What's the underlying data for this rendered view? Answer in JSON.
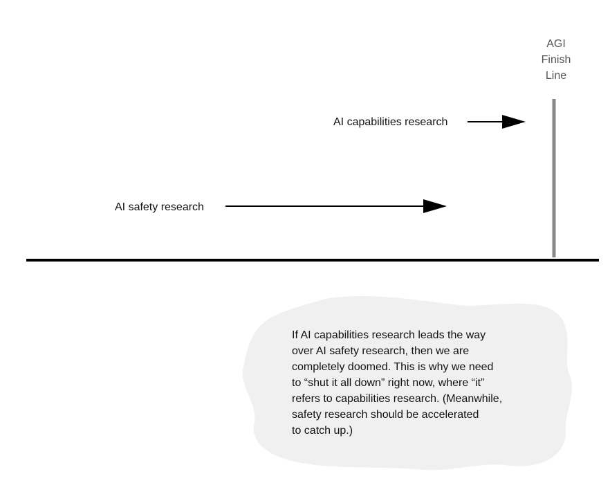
{
  "finish_line": {
    "label_lines": [
      "AGI",
      "Finish",
      "Line"
    ]
  },
  "arrows": {
    "capabilities_label": "AI capabilities research",
    "safety_label": "AI safety research"
  },
  "note": {
    "lines": [
      "If AI capabilities research leads the way",
      "over AI safety research, then we are",
      "completely doomed. This is why we need",
      "to “shut it all down” right now, where “it”",
      "refers to capabilities research. (Meanwhile,",
      "safety research should be accelerated",
      "to catch up.)"
    ]
  },
  "colors": {
    "ground_line": "#000000",
    "finish_line": "#888888",
    "cloud": "#f0f0f0",
    "arrow": "#000000"
  }
}
